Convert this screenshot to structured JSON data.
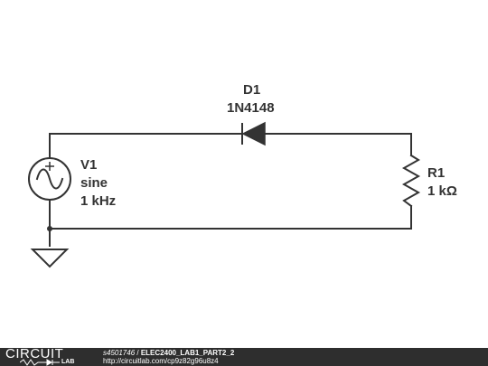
{
  "diagram": {
    "diode": {
      "ref": "D1",
      "model": "1N4148"
    },
    "source": {
      "ref": "V1",
      "type": "sine",
      "freq": "1 kHz"
    },
    "resistor": {
      "ref": "R1",
      "value": "1 kΩ"
    },
    "colors": {
      "wire": "#333333",
      "label": "#333333"
    }
  },
  "footer": {
    "logo_top": "CIRCUIT",
    "logo_bottom": "LAB",
    "user": "s4501746",
    "separator": " / ",
    "title": "ELEC2400_LAB1_PART2_2",
    "url": "http://circuitlab.com/cp9z82g96u8z4",
    "bg_color": "#2e2e2e"
  }
}
